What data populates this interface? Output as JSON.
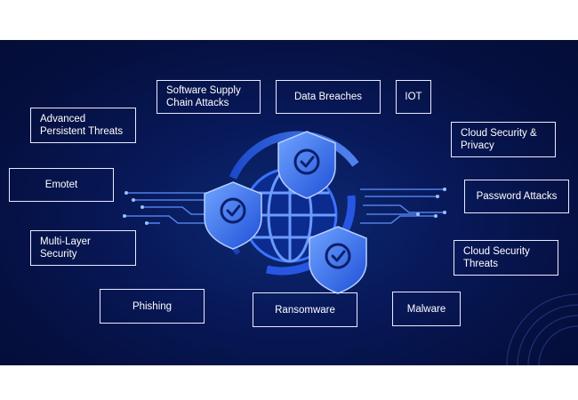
{
  "labels": {
    "software_supply_chain_attacks": "Software Supply\nChain Attacks",
    "data_breaches": "Data Breaches",
    "iot": "IOT",
    "advanced_persistent_threats": "Advanced\nPersistent Threats",
    "cloud_security_privacy": "Cloud Security &\nPrivacy",
    "emotet": "Emotet",
    "password_attacks": "Password Attacks",
    "multi_layer_security": "Multi-Layer\nSecurity",
    "cloud_security_threats": "Cloud Security\nThreats",
    "phishing": "Phishing",
    "ransomware": "Ransomware",
    "malware": "Malware"
  },
  "icons": {
    "globe": "globe-icon",
    "shields": "shield-check-icon"
  },
  "colors": {
    "background": "#08195a",
    "accent_blue": "#2f6bff",
    "light_blue": "#7fb2ff",
    "box_border": "#e8ecff",
    "text": "#ffffff"
  }
}
